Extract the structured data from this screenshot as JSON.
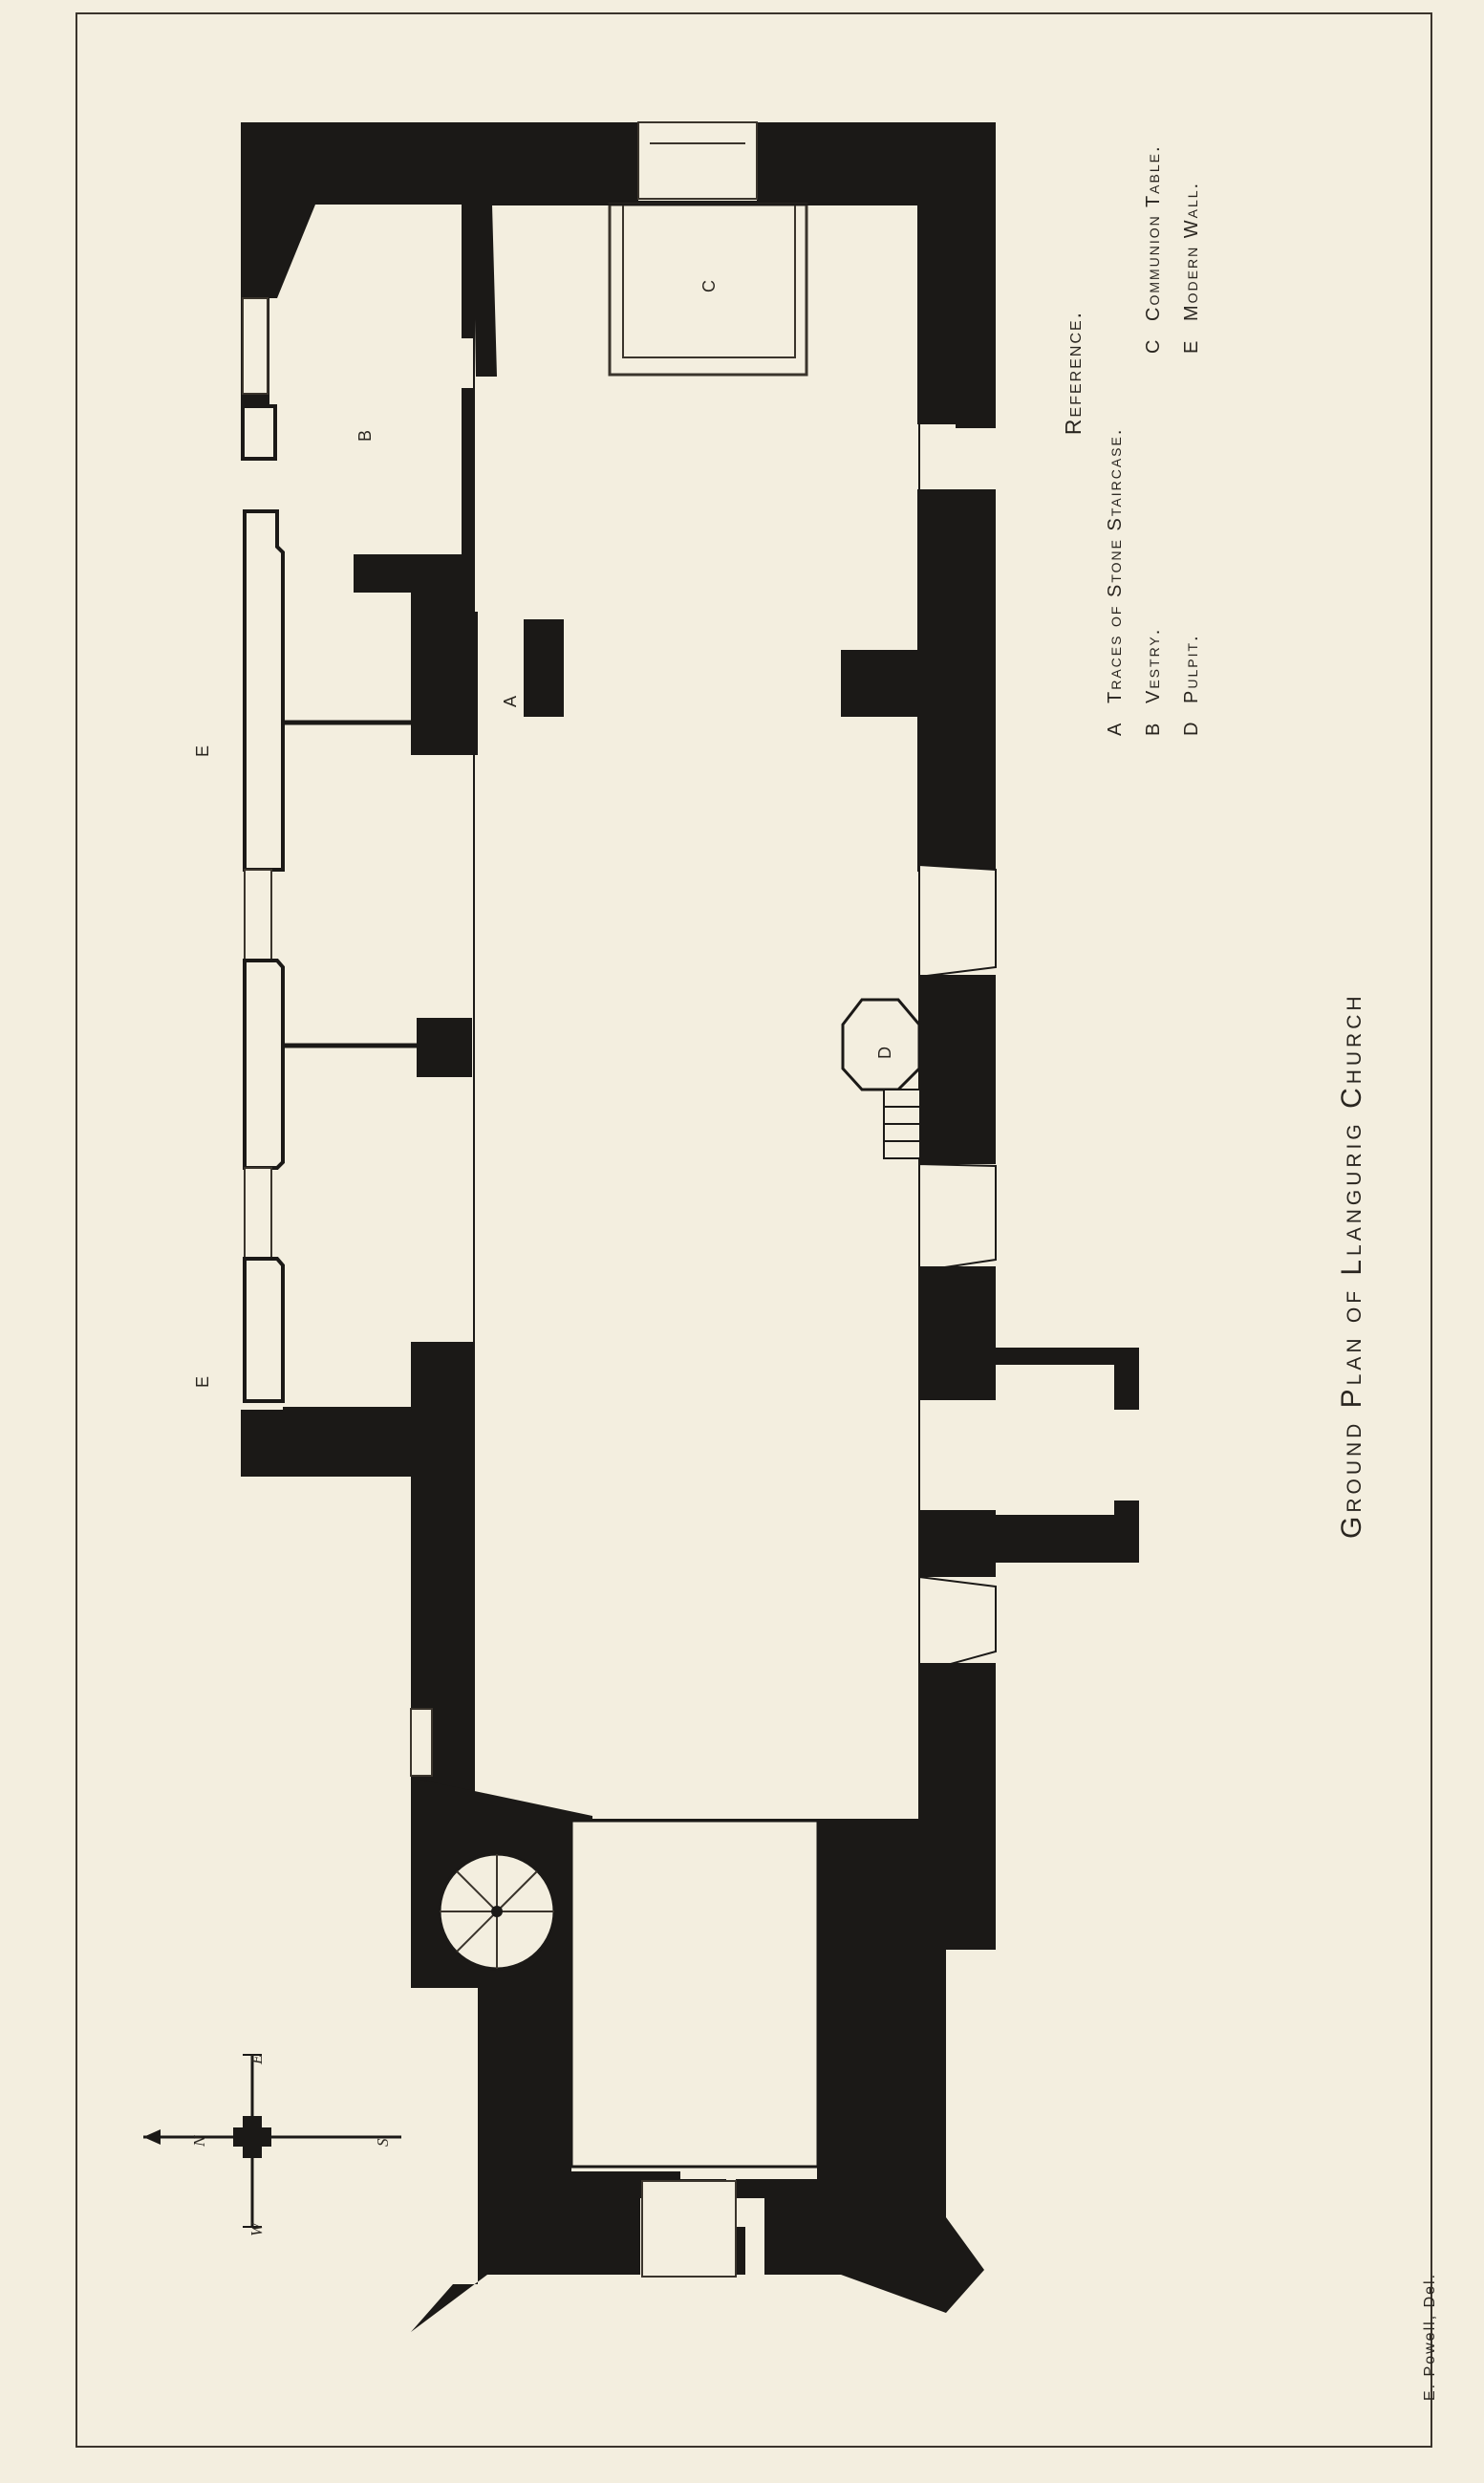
{
  "plan": {
    "title": "Ground Plan of Llangurig Church",
    "credit": "E. Powell, Del.",
    "markers": {
      "a": "A",
      "b": "B",
      "c": "C",
      "d": "D",
      "e": "E"
    }
  },
  "reference": {
    "heading": "Reference.",
    "rows": [
      {
        "key1": "A",
        "text1": "Traces of Stone Staircase.",
        "key2": "",
        "text2": ""
      },
      {
        "key1": "B",
        "text1": "Vestry.",
        "key2": "C",
        "text2": "Communion Table."
      },
      {
        "key1": "D",
        "text1": "Pulpit.",
        "key2": "E",
        "text2": "Modern Wall."
      }
    ]
  },
  "compass": {
    "north": "N",
    "south": "S",
    "east": "E",
    "west": "W"
  },
  "colors": {
    "paper": "#f3eedf",
    "ink": "#1b1917",
    "line": "#3a342c"
  }
}
